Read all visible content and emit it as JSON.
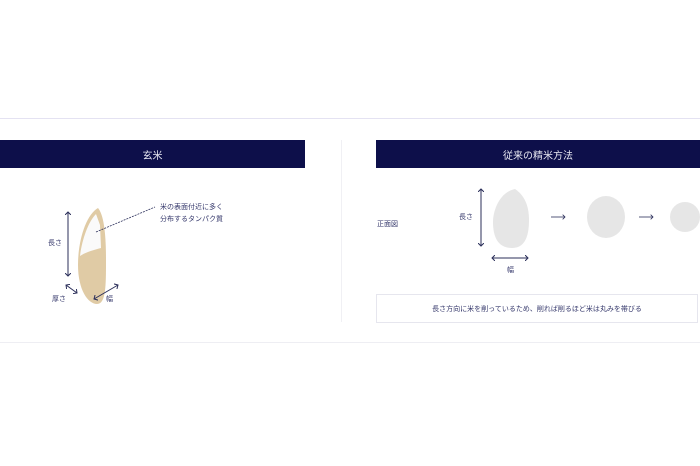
{
  "left_panel": {
    "title": "玄米",
    "annotation_line1": "米の表面付近に多く",
    "annotation_line2": "分布するタンパク質",
    "length_label": "長さ",
    "thickness_label": "厚さ",
    "width_label": "幅"
  },
  "right_panel": {
    "title": "従来の精米方法",
    "view_label": "正面図",
    "length_label": "長さ",
    "width_label": "幅",
    "caption": "長さ方向に米を削っているため、削れば削るほど米は丸みを帯びる"
  },
  "colors": {
    "header": "#0d0f4a",
    "brown_rice": "#e0cba5",
    "grain": "#e6e6e6",
    "accent": "#2b2f5a"
  }
}
